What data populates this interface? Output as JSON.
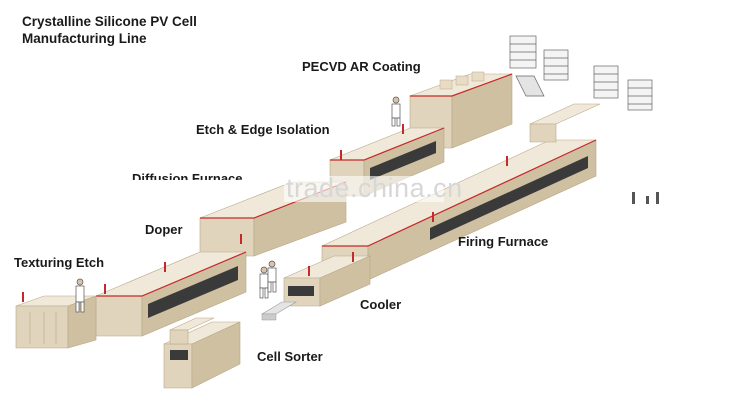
{
  "title": {
    "line1": "Crystalline Silicone PV Cell",
    "line2": "Manufacturing Line"
  },
  "stations": {
    "texturing_etch": "Texturing Etch",
    "doper": "Doper",
    "diffusion_furnace": "Diffusion Furnace",
    "etch_edge_isolation": "Etch & Edge Isolation",
    "pecvd_ar_coating": "PECVD AR Coating",
    "firing_furnace": "Firing Furnace",
    "cooler": "Cooler",
    "cell_sorter": "Cell Sorter"
  },
  "watermark": "trade.china.cn",
  "colors": {
    "machine_top": "#f0e8d8",
    "machine_side": "#e0d4bc",
    "machine_dark": "#cfc0a2",
    "accent_red": "#c42a2a",
    "window": "#3a3a3a"
  }
}
